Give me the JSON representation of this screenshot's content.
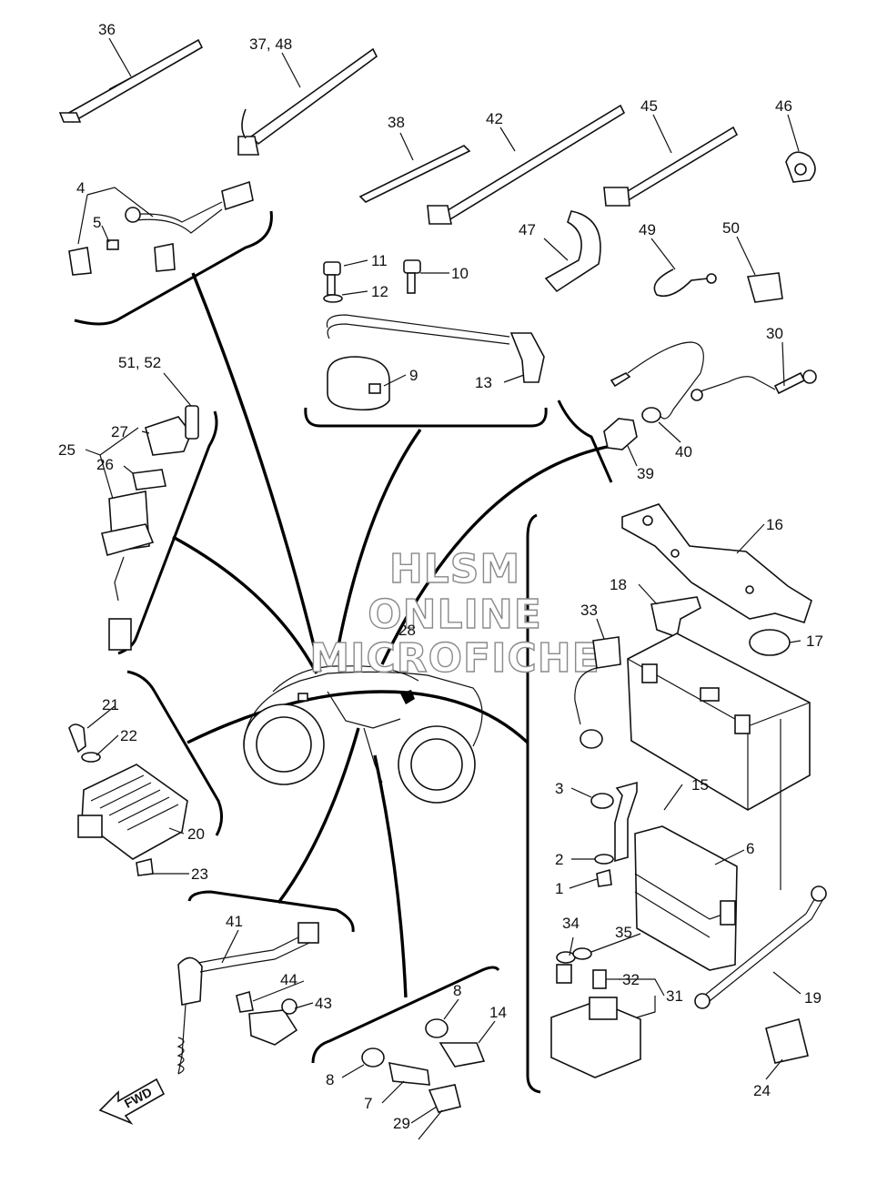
{
  "watermark": {
    "line1": "HLSM",
    "line2": "ONLINE",
    "line3": "MICROFICHE"
  },
  "direction_arrow": {
    "label": "FWD"
  },
  "callouts": [
    "36",
    "37, 48",
    "38",
    "42",
    "45",
    "46",
    "4",
    "5",
    "47",
    "49",
    "50",
    "11",
    "10",
    "12",
    "9",
    "13",
    "30",
    "40",
    "39",
    "51, 52",
    "27",
    "25",
    "26",
    "16",
    "18",
    "33",
    "17",
    "28",
    "21",
    "22",
    "20",
    "23",
    "15",
    "3",
    "6",
    "2",
    "1",
    "41",
    "44",
    "43",
    "34",
    "35",
    "32",
    "31",
    "19",
    "8",
    "14",
    "8",
    "7",
    "29",
    "24"
  ]
}
